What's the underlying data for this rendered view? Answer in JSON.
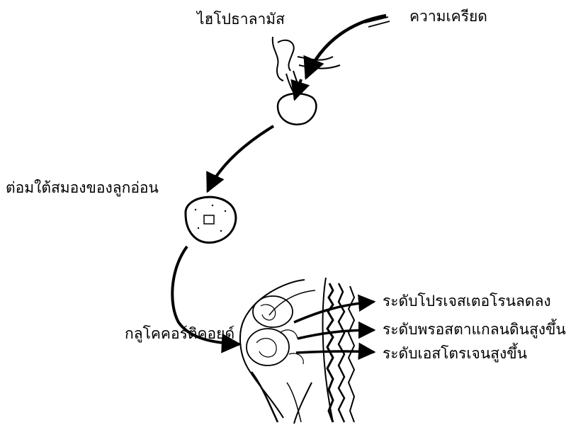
{
  "diagram": {
    "labels": {
      "hypothalamus": "ไฮโปธาลามัส",
      "stress": "ความเครียด",
      "fetal_pituitary": "ต่อมใต้สมองของลูกอ่อน",
      "glucocorticoid": "กลูโคคอร์ติคอยด์",
      "progesterone": "ระดับโปรเจสเตอโรนลดลง",
      "prostaglandin": "ระดับพรอสตาแกลนดินสูงขึ้น",
      "estrogen": "ระดับเอสโตรเจนสูงขึ้น"
    }
  },
  "colors": {
    "ink": "#000000",
    "paper": "#ffffff"
  }
}
